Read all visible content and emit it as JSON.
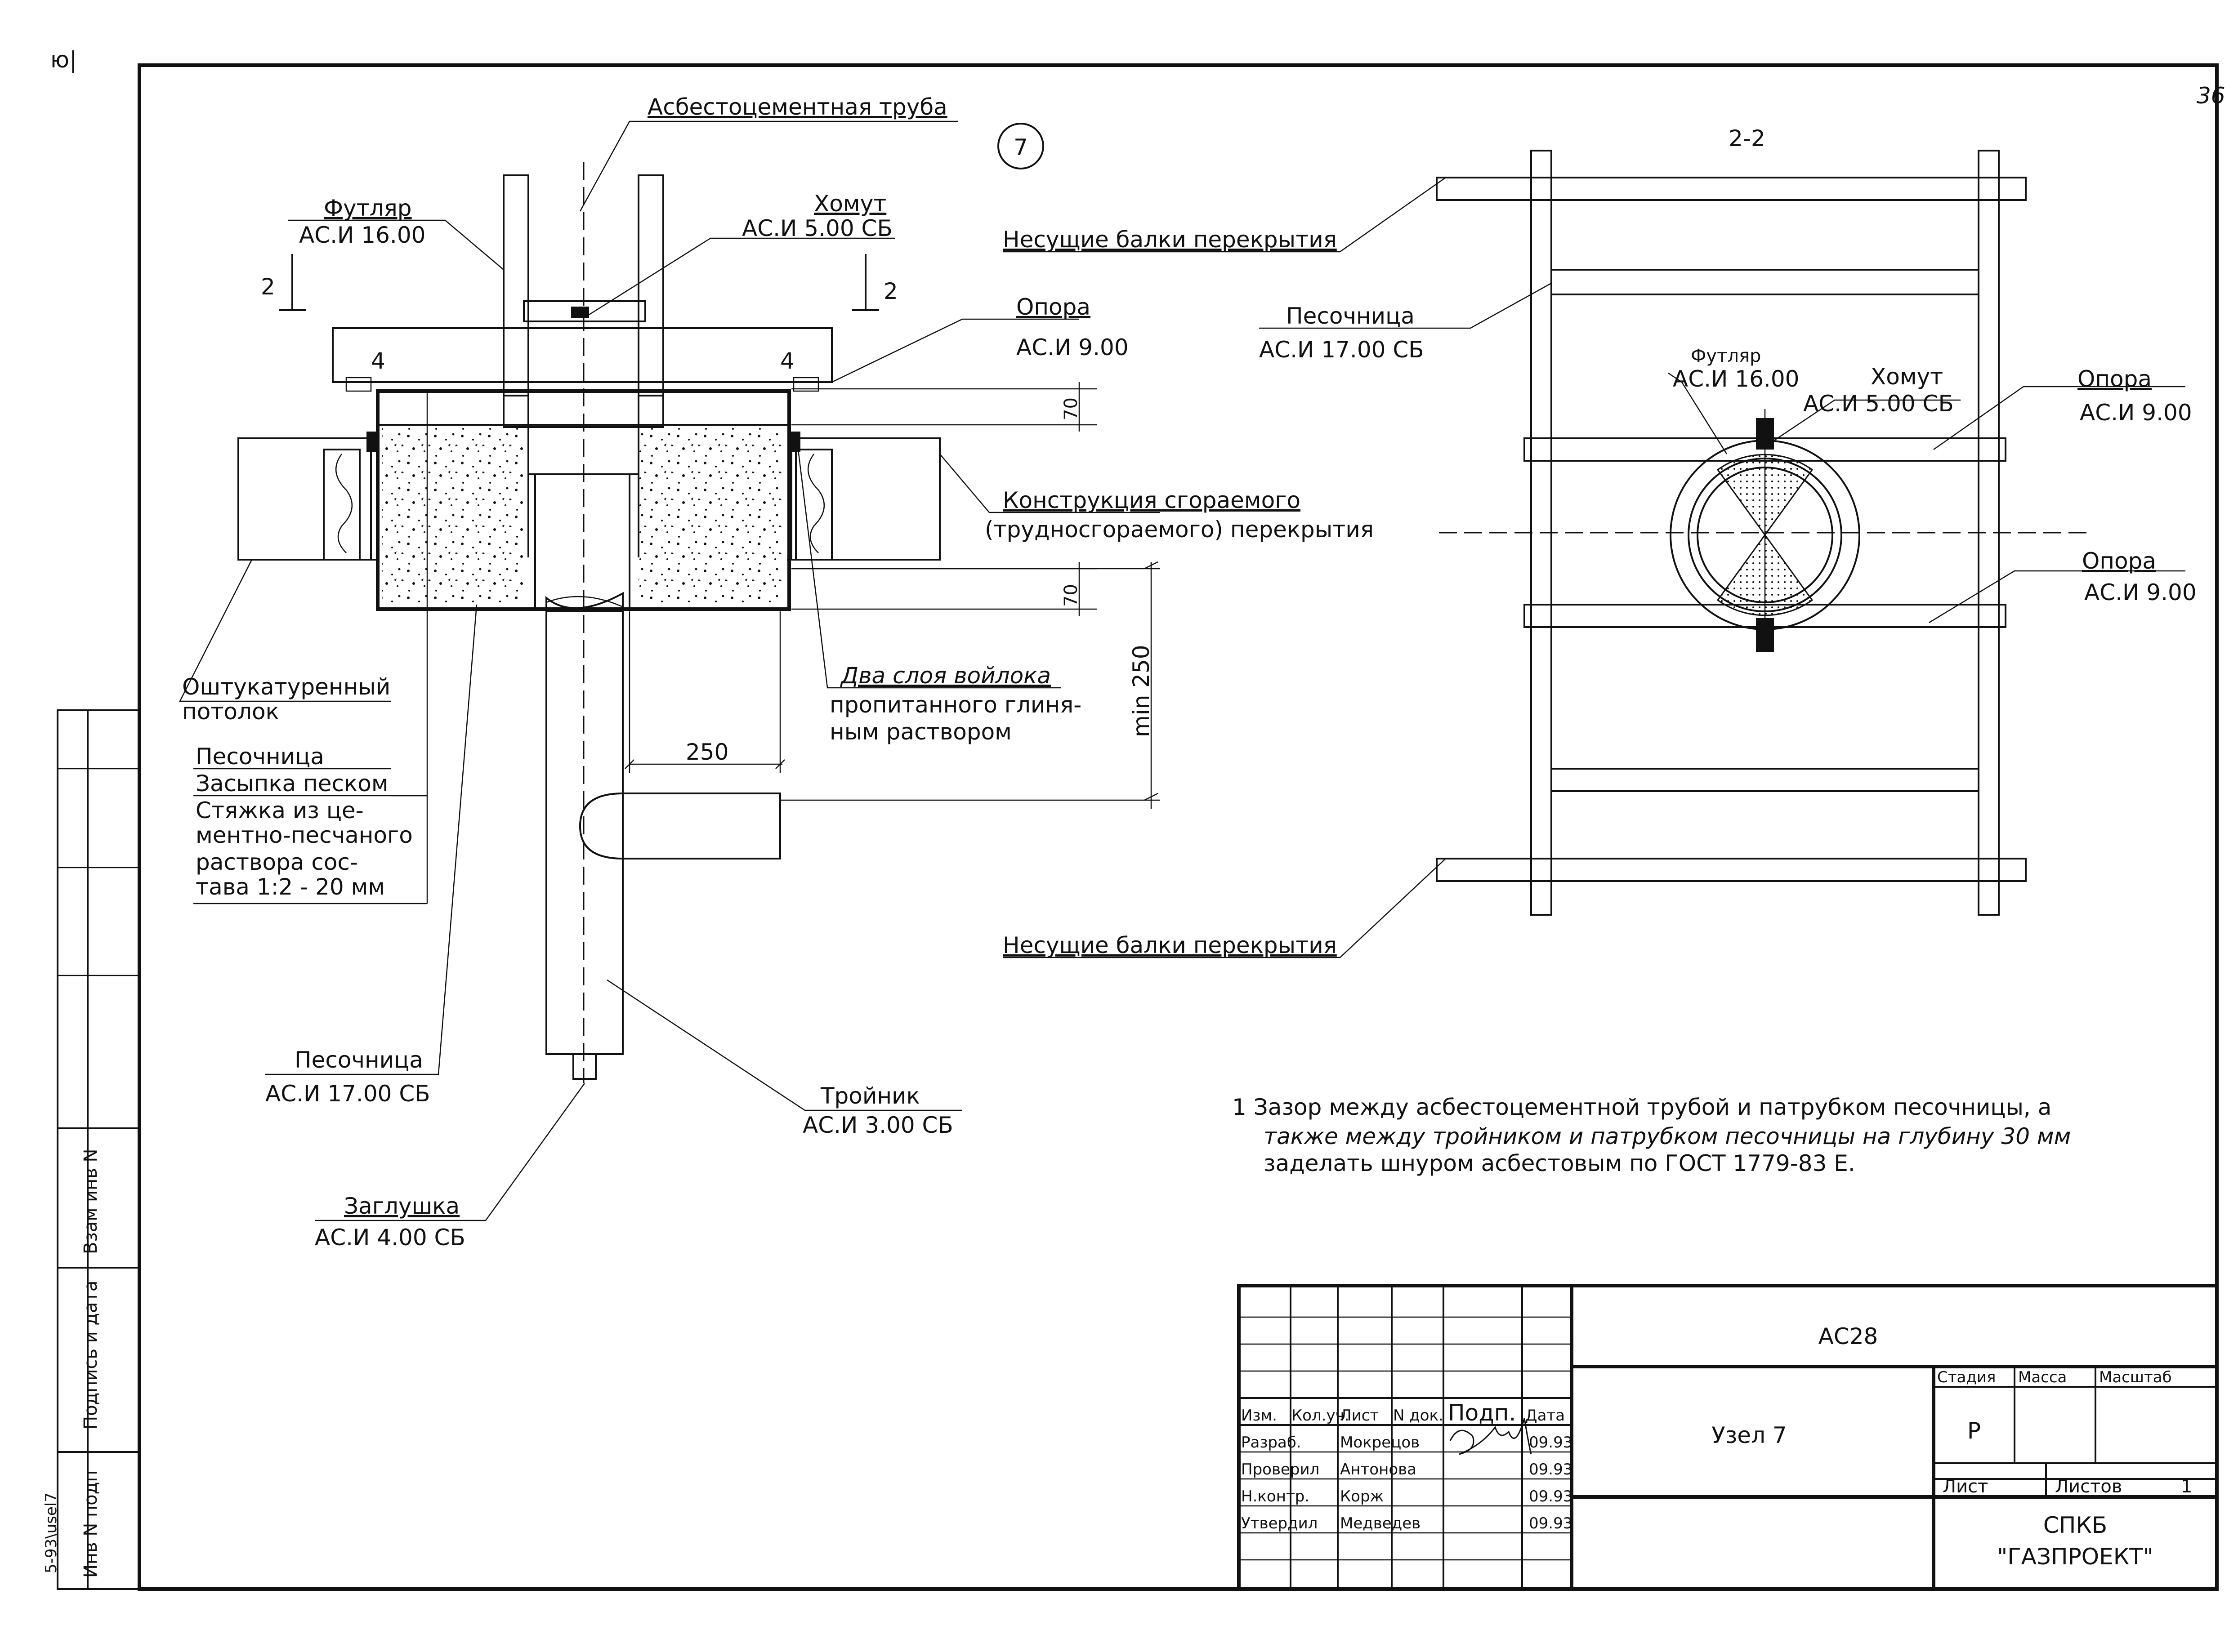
{
  "sheet_number": "36",
  "margin_top_left": "ю|",
  "left_strip": {
    "cells": [
      "Взам инв N",
      "Подпись и дата",
      "Инв N подп"
    ],
    "file_ref": "5-93\\usel7"
  },
  "section_mark": "7",
  "section_2_2": {
    "arrow_left_label": "2",
    "arrow_right_label": "2",
    "view_title": "2-2"
  },
  "left_view": {
    "asbestos_pipe": "Асбестоцементная труба",
    "futlyar": {
      "name": "Футляр",
      "code": "АС.И 16.00"
    },
    "khomut": {
      "name": "Хомут",
      "code": "АС.И 5.00 СБ"
    },
    "opora": {
      "name": "Опора",
      "code": "АС.И 9.00"
    },
    "support_marks": [
      "4",
      "4"
    ],
    "dim_70_top": "70",
    "dim_70_bottom": "70",
    "dim_min_250": "min 250",
    "dim_250": "250",
    "construction": [
      "Конструкция сгораемого",
      "(трудносгораемого) перекрытия"
    ],
    "felt": [
      "Два слоя войлока",
      "пропитанного глиня-",
      "ным раствором"
    ],
    "ceiling": [
      "Оштукатуренный",
      "потолок"
    ],
    "sandbox_legend": [
      "Песочница",
      "Засыпка песком",
      "Стяжка из це-",
      "ментно-песчаного",
      "раствора сос-",
      "тава 1:2 - 20 мм"
    ],
    "sandbox": {
      "name": "Песочница",
      "code": "АС.И 17.00 СБ"
    },
    "tee": {
      "name": "Тройник",
      "code": "АС.И 3.00 СБ"
    },
    "plug": {
      "name": "Заглушка",
      "code": "АС.И 4.00 СБ"
    }
  },
  "right_view": {
    "beams_top": "Несущие балки перекрытия",
    "beams_bottom": "Несущие балки перекрытия",
    "sandbox": {
      "name": "Песочница",
      "code": "АС.И 17.00 СБ"
    },
    "futlyar": {
      "name": "Футляр",
      "code": "АС.И 16.00"
    },
    "khomut": {
      "name": "Хомут",
      "code": "АС.И 5.00 СБ"
    },
    "opora_top": {
      "name": "Опора",
      "code": "АС.И 9.00"
    },
    "opora_bottom": {
      "name": "Опора",
      "code": "АС.И 9.00"
    }
  },
  "note": [
    "1 Зазор между асбестоцементной трубой и патрубком песочницы, а",
    "также между тройником и патрубком песочницы на глубину 30 мм",
    "заделать шнуром асбестовым по ГОСТ 1779-83 Е."
  ],
  "title_block": {
    "doc_code": "АС28",
    "headers": [
      "Изм.",
      "Кол.уч.",
      "Лист",
      "N док.",
      "Подп.",
      "Дата"
    ],
    "rows": [
      {
        "role": "Разраб.",
        "name": "Мокрецов",
        "date": "09.93"
      },
      {
        "role": "Проверил",
        "name": "Антонова",
        "date": "09.93"
      },
      {
        "role": "Н.контр.",
        "name": "Корж",
        "date": "09.93"
      },
      {
        "role": "Утвердил",
        "name": "Медведев",
        "date": "09.93"
      }
    ],
    "title": "Узел 7",
    "stage_label": "Стадия",
    "mass_label": "Масса",
    "scale_label": "Масштаб",
    "stage_value": "Р",
    "sheet_label": "Лист",
    "sheets_label": "Листов",
    "sheets_value": "1",
    "org_line1": "СПКБ",
    "org_line2": "\"ГАЗПРОЕКТ\""
  }
}
